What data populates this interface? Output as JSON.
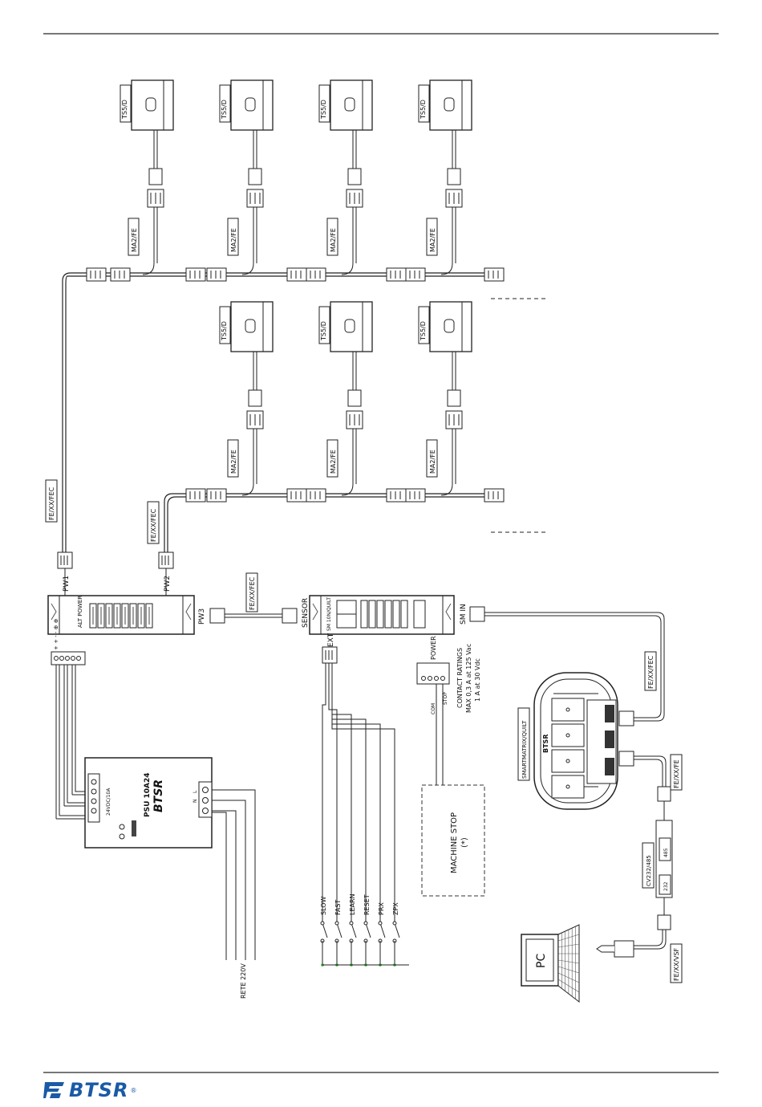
{
  "labels": {
    "sensor": "TS5/D",
    "adapter": "MA2/FE",
    "cable_fec": "FE/XX/FEC",
    "cable_fe": "FE/XX/FE",
    "cable_vsf": "FE/XX/VSF",
    "pw1": "PW1",
    "pw2": "PW2",
    "pw3": "PW3",
    "alt_power": "ALT POWER",
    "sensor_port": "SENSOR",
    "sm_in": "SM IN",
    "sm_quilt": "SM 10N/QUILT",
    "ext": "EXT",
    "power": "POWER",
    "contact_ratings_1": "CONTACT RATINGS",
    "contact_ratings_2": "MAX 0,3 A at 125 Vac",
    "contact_ratings_3": "1 A at 30 Vdc",
    "com": "COM",
    "stop": "STOP",
    "smartmatrix": "SMARTMATRIX/QUILT",
    "psu_model": "PSU 10A24",
    "psu_brand": "BTSR",
    "psu_spec": "24VDC/10A",
    "psu_terminal_n": "N",
    "psu_terminal_l": "L",
    "rete": "RETE 220V",
    "machine_stop_1": "MACHINE STOP",
    "machine_stop_2": "(*)",
    "converter": "CV232/485",
    "pc": "PC",
    "pc_232": "232",
    "btsr_485": "485"
  },
  "inputs": [
    "SLOW",
    "FAST",
    "LEARN",
    "RESET",
    "PRX",
    "ZPX"
  ],
  "footer": {
    "brand": "BTSR",
    "reg": "®"
  },
  "colors": {
    "line": "#1a1a1a",
    "logo": "#1a5aa6",
    "switch_dot": "#2ca02c"
  }
}
